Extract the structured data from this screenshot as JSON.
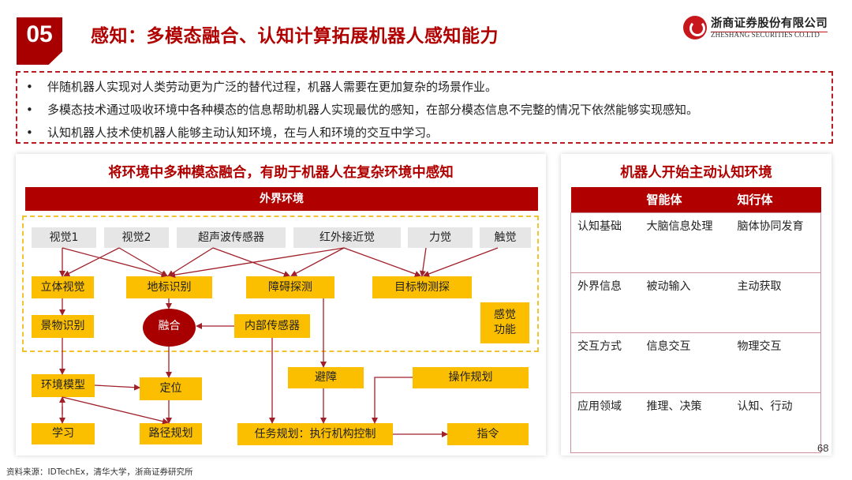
{
  "header": {
    "section_number": "05",
    "title": "感知：多模态融合、认知计算拓展机器人感知能力",
    "logo": {
      "name_cn": "浙商证券股份有限公司",
      "name_en": "ZHESHANG SECURITIES CO.LTD",
      "brand_color": "#c8161d"
    }
  },
  "bullets": [
    "伴随机器人实现对人类劳动更为广泛的替代过程，机器人需要在更加复杂的场景作业。",
    "多模态技术通过吸收环境中各种模态的信息帮助机器人实现最优的感知，在部分模态信息不完整的情况下依然能够实现感知。",
    "认知机器人技术使机器人能够主动认知环境，在与人和环境的交互中学习。"
  ],
  "bullet_symbol": "•",
  "left_panel": {
    "title": "将环境中多种模态融合，有助于机器人在复杂环境中感知",
    "env_label": "外界环境",
    "sensors": [
      "视觉1",
      "视觉2",
      "超声波传感器",
      "红外接近觉",
      "力觉",
      "触觉"
    ],
    "perception": [
      "立体视觉",
      "地标识别",
      "障碍探测",
      "目标物测探"
    ],
    "scene_recognition": "景物识别",
    "fusion": "融合",
    "internal_sensor": "内部传感器",
    "sense_function": "感觉功能",
    "env_model": "环境模型",
    "localization": "定位",
    "learning": "学习",
    "path_planning": "路径规划",
    "obstacle_avoid": "避障",
    "operation_planning": "操作规划",
    "task_planning": "任务规划：执行机构控制",
    "command": "指令"
  },
  "right_panel": {
    "title": "机器人开始主动认知环境",
    "columns": [
      "",
      "智能体",
      "知行体"
    ],
    "rows": [
      [
        "认知基础",
        "大脑信息处理",
        "脑体协同发育"
      ],
      [
        "外界信息",
        "被动输入",
        "主动获取"
      ],
      [
        "交互方式",
        "信息交互",
        "物理交互"
      ],
      [
        "应用领域",
        "推理、决策",
        "认知、行动"
      ]
    ]
  },
  "page_number": "68",
  "source": "资料来源：IDTechEx，清华大学，浙商证券研究所",
  "colors": {
    "accent_red": "#b00000",
    "node_yellow": "#fcbf00",
    "node_gray": "#e6e6e6",
    "dash_yellow": "#f2c230",
    "arrow": "#a0202a"
  }
}
